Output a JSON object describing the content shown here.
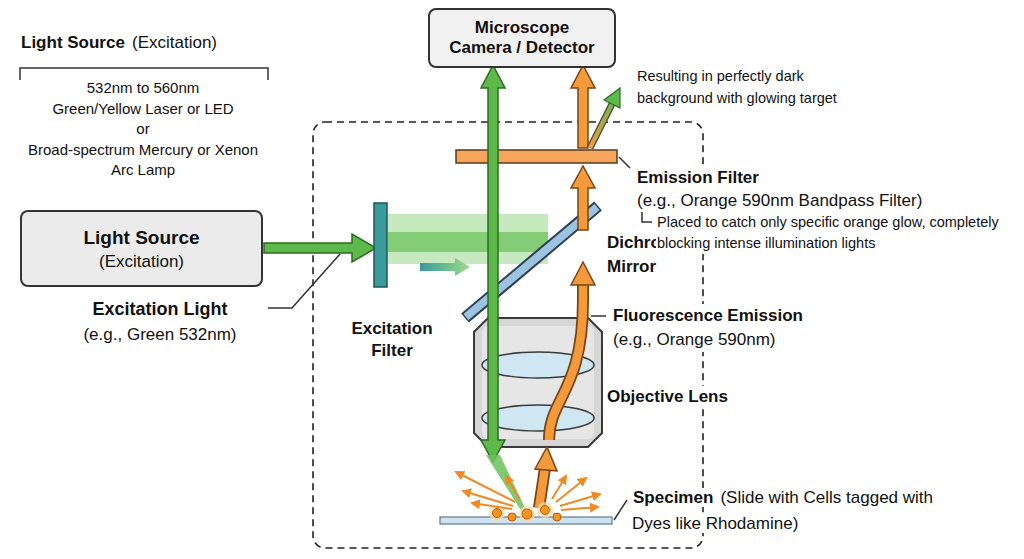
{
  "diagram": {
    "nodes": [
      {
        "text": [
          "Microscope Camera / Detector"
        ]
      },
      {
        "text": [
          "Light Source",
          "(Excitation)"
        ]
      }
    ],
    "labels": [
      "Light Source",
      "(Excitation)",
      "532nm to 560nm",
      "Green/Yellow Laser or LED",
      "or",
      "Broad-spectrum Mercury or Xenon Arc Lamp",
      "Excitation Light",
      "(e.g., Green 532nm)",
      "Excitation Filter",
      "Dichroic Mirror",
      "Emission Filter",
      "(e.g., Orange 590nm Bandpass Filter)",
      "Placed to catch only specific orange glow, completely blocking intense illumination lights",
      "Resulting in perfectly dark background with glowing target",
      "Fluorescence Emission",
      "(e.g., Orange 590nm)",
      "Objective Lens",
      "Specimen",
      "(Slide with Cells tagged with Dyes like Rhodamine)"
    ]
  }
}
